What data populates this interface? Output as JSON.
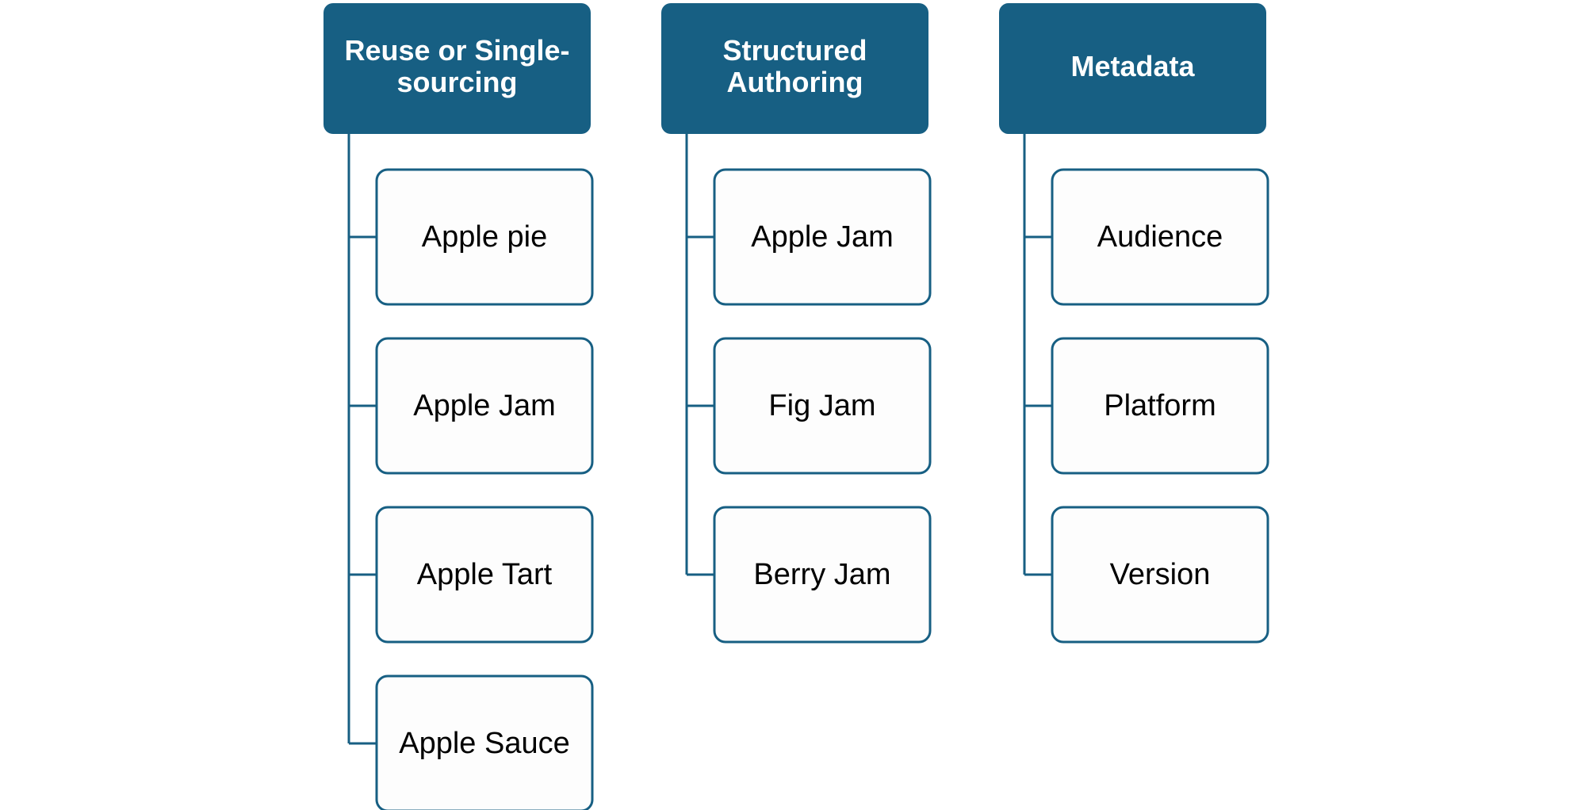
{
  "diagram": {
    "columns": [
      {
        "header": [
          "Reuse or Single-",
          "sourcing"
        ],
        "items": [
          "Apple pie",
          "Apple Jam",
          "Apple Tart",
          "Apple Sauce"
        ]
      },
      {
        "header": [
          "Structured",
          "Authoring"
        ],
        "items": [
          "Apple Jam",
          "Fig Jam",
          "Berry Jam"
        ]
      },
      {
        "header": [
          "Metadata"
        ],
        "items": [
          "Audience",
          "Platform",
          "Version"
        ]
      }
    ],
    "colors": {
      "header_fill": "#175f83",
      "header_text": "#ffffff",
      "box_stroke": "#175f83",
      "box_fill": "#fdfdfd",
      "item_text": "#000000"
    }
  }
}
